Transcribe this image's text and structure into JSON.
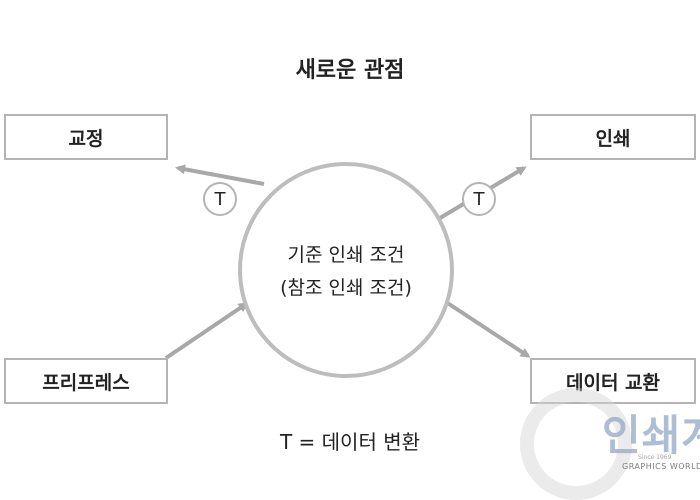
{
  "title": "새로운 관점",
  "boxes": {
    "proofing": "교정",
    "printing": "인쇄",
    "prepress": "프리프레스",
    "data_exchange": "데이터 교환"
  },
  "center": {
    "line1": "기준 인쇄 조건",
    "line2": "(참조 인쇄 조건)"
  },
  "transform_marker": "T",
  "legend": "T = 데이터 변환",
  "colors": {
    "stroke": "#bdbdbd",
    "arrow": "#a8a8a8",
    "text": "#222222"
  },
  "watermark": {
    "name": "인쇄계",
    "since": "Since 1969",
    "sub": "GRAPHICS WORLD"
  }
}
